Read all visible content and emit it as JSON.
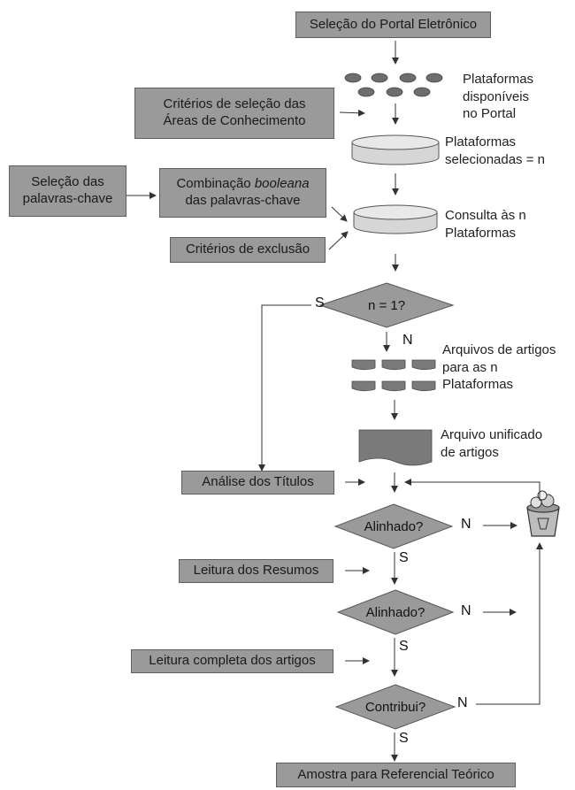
{
  "boxes": {
    "portal": "Seleção do Portal Eletrônico",
    "criterios_line1": "Critérios de seleção das",
    "criterios_line2": "Áreas de Conhecimento",
    "palavras_line1": "Seleção das",
    "palavras_line2": "palavras-chave",
    "combinacao_pre": "Combinação ",
    "combinacao_italic": "booleana",
    "combinacao_line2": "das palavras-chave",
    "exclusao": "Critérios de exclusão",
    "titulos": "Análise dos Títulos",
    "resumos": "Leitura dos Resumos",
    "completa": "Leitura completa dos artigos",
    "amostra": "Amostra para Referencial Teórico"
  },
  "labels": {
    "plataformas_disp": [
      "Plataformas",
      "disponíveis",
      "no Portal"
    ],
    "plataformas_sel": [
      "Plataformas",
      "selecionadas = n"
    ],
    "consulta": [
      "Consulta às n",
      "Plataformas"
    ],
    "arquivos": [
      "Arquivos de artigos",
      "para as n",
      "Plataformas"
    ],
    "unificado": [
      "Arquivo unificado",
      "de artigos"
    ]
  },
  "decisions": {
    "n1": "n = 1?",
    "alinhado1": "Alinhado?",
    "alinhado2": "Alinhado?",
    "contribui": "Contribui?"
  },
  "marks": {
    "S": "S",
    "N": "N"
  },
  "icons": [
    "ellipse-platform-icon",
    "database-cylinder-icon",
    "document-card-icon",
    "unified-file-icon",
    "recycle-bin-icon"
  ]
}
